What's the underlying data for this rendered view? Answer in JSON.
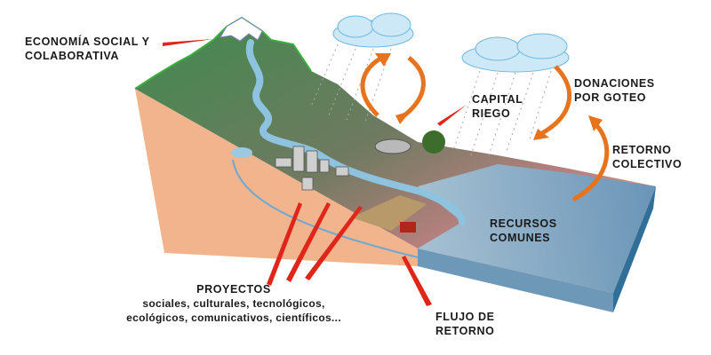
{
  "labels": {
    "economia": [
      "ECONOMÍA SOCIAL Y",
      "COLABORATIVA"
    ],
    "capital": [
      "CAPITAL",
      "RIEGO"
    ],
    "donaciones": [
      "DONACIONES",
      "POR GOTEO"
    ],
    "retorno_colectivo": [
      "RETORNO",
      "COLECTIVO"
    ],
    "recursos": [
      "RECURSOS",
      "COMUNES"
    ],
    "proyectos": {
      "title": "PROYECTOS",
      "lines": [
        "sociales, culturales, tecnológicos,",
        "ecológicos, comunicativos, científicos..."
      ]
    },
    "flujo": [
      "FLUJO DE",
      "RETORNO"
    ]
  },
  "colors": {
    "pointer": "#e0261b",
    "arrow": "#e8731e",
    "mountain": "#4a8a52",
    "soil": "#f2b48c",
    "water": "#5a8fb5",
    "cloud": "#bfe4f5"
  }
}
